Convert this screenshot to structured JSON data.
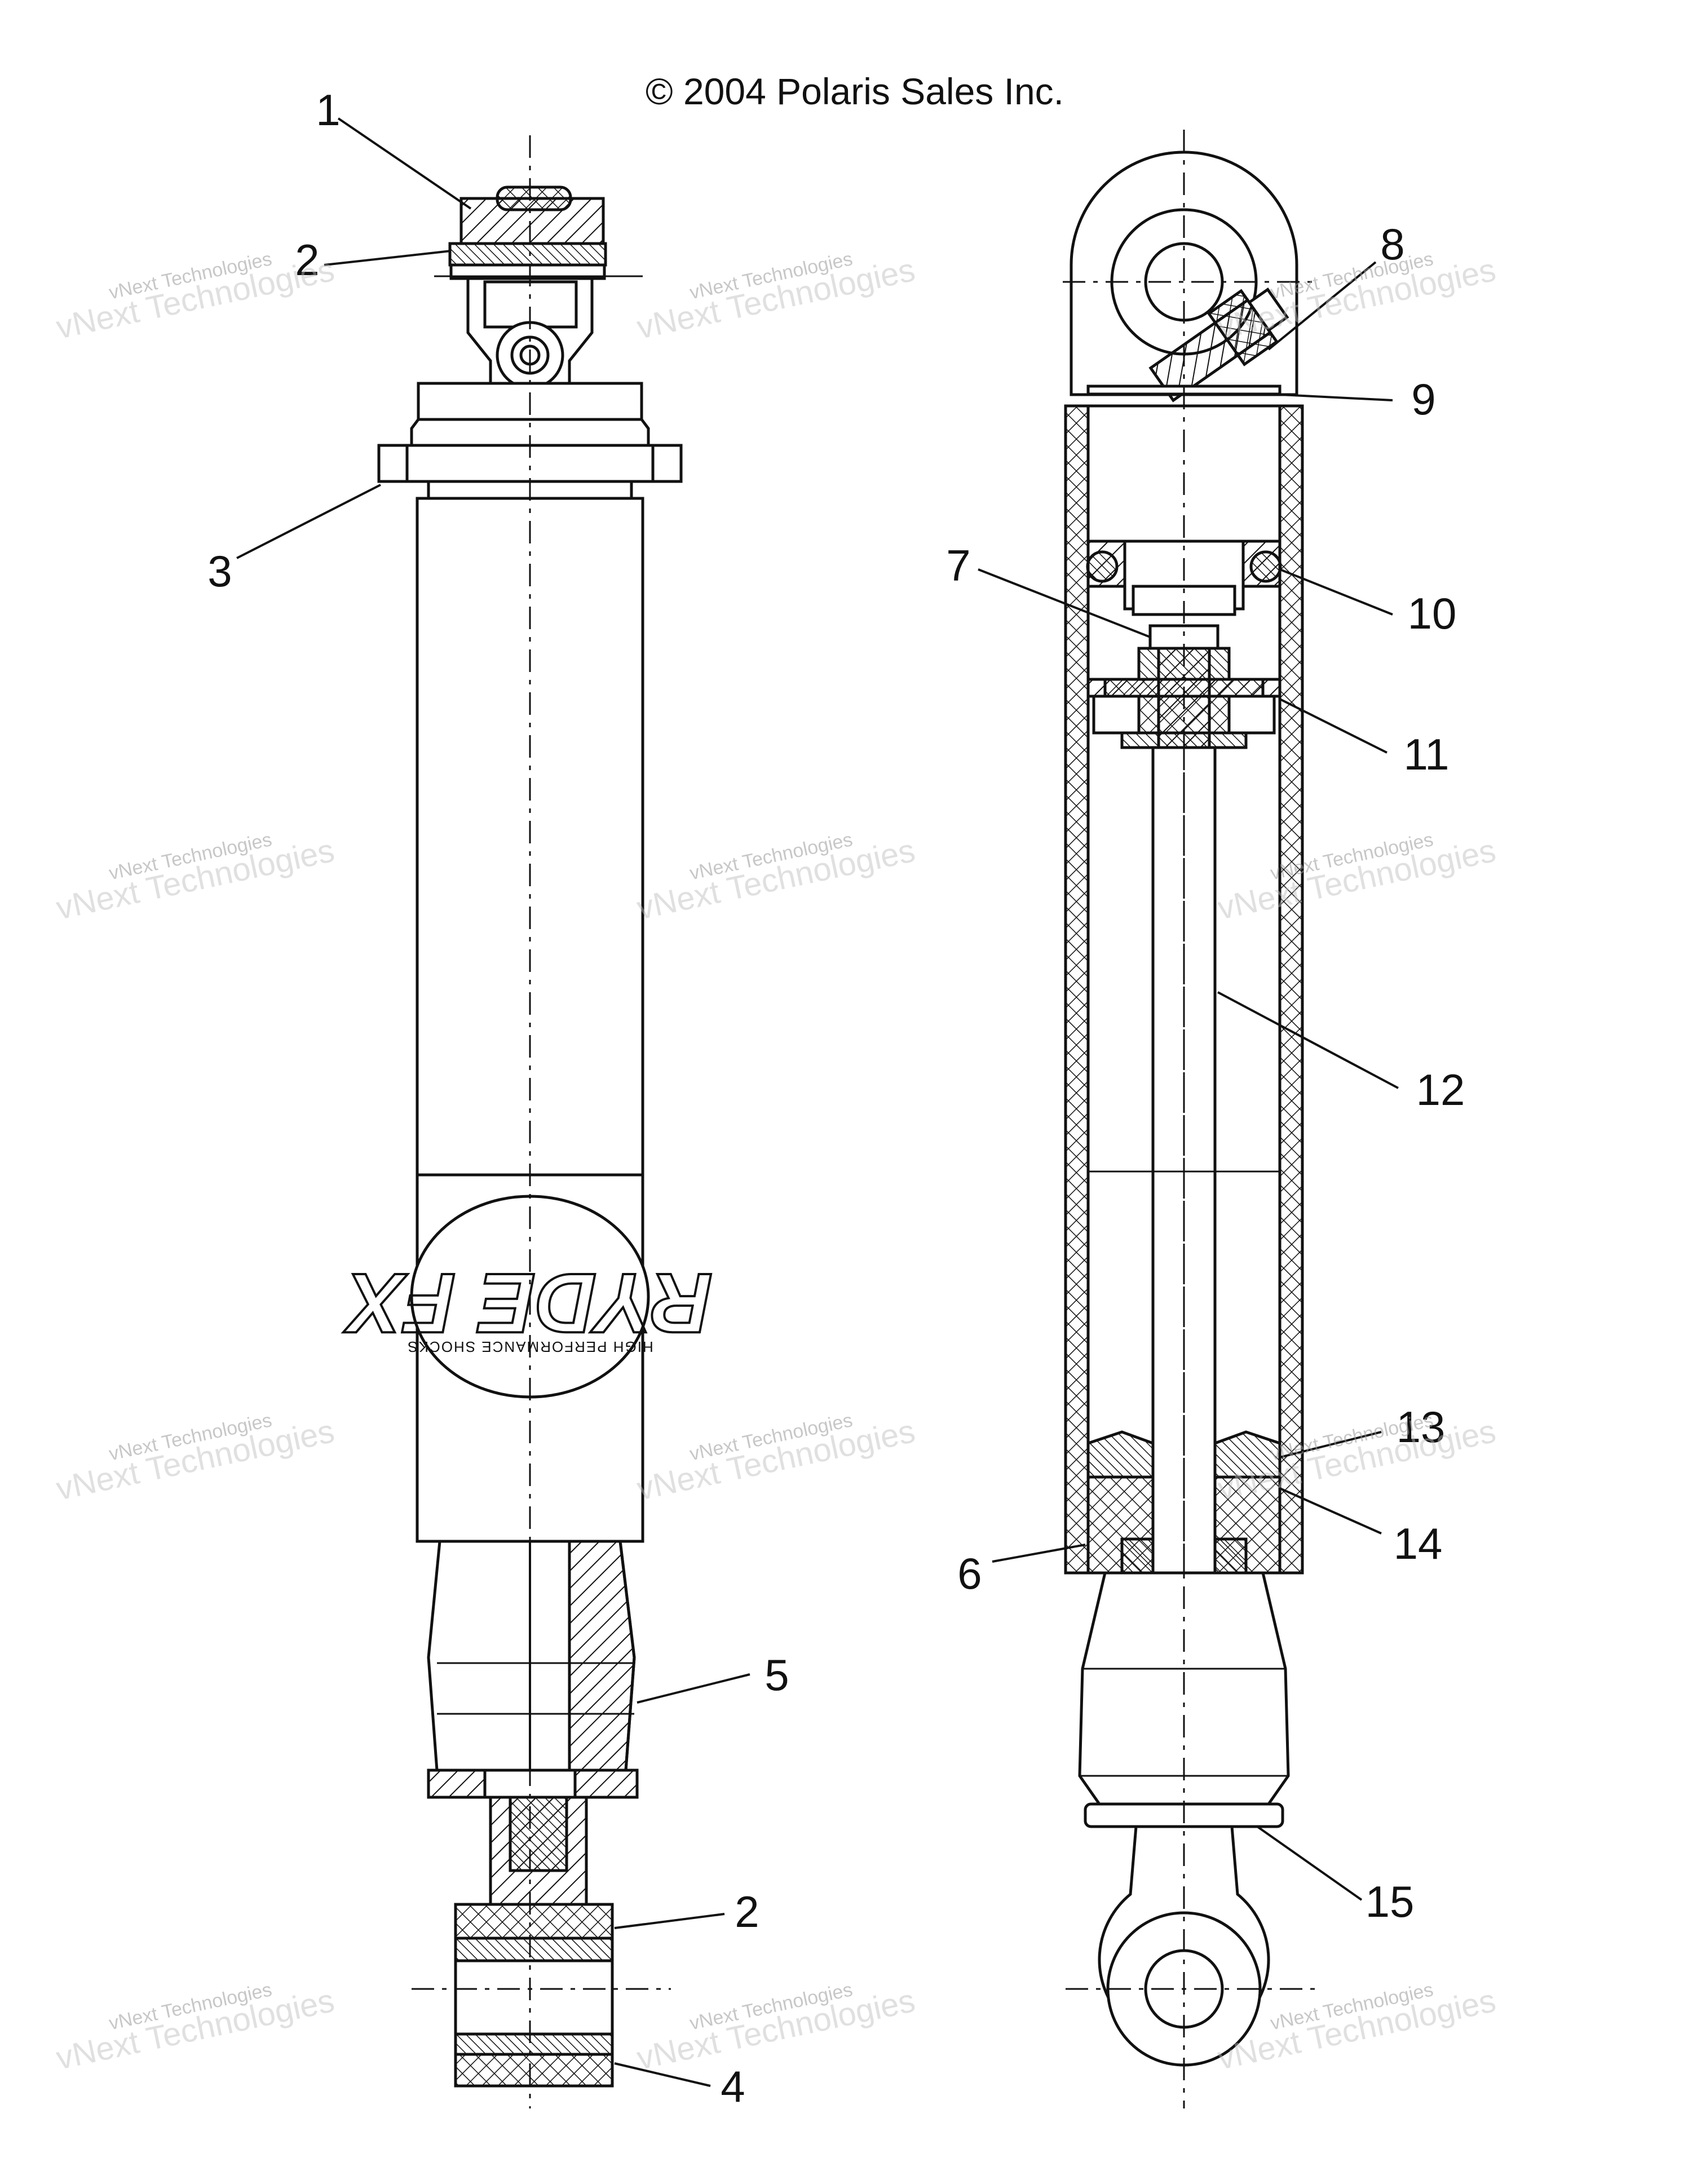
{
  "copyright": "© 2004 Polaris Sales Inc.",
  "watermark": {
    "line1": "vNext Technologies",
    "line2": "vNext Technologies"
  },
  "shock_logo": {
    "brand": "RYDE FX",
    "tagline": "HIGH PERFORMANCE SHOCKS"
  },
  "callouts": {
    "c1": "1",
    "c2a": "2",
    "c2b": "2",
    "c3": "3",
    "c4": "4",
    "c5": "5",
    "c6": "6",
    "c7": "7",
    "c8": "8",
    "c9": "9",
    "c10": "10",
    "c11": "11",
    "c12": "12",
    "c13": "13",
    "c14": "14",
    "c15": "15"
  },
  "colors": {
    "line": "#111111",
    "paper": "#ffffff",
    "watermark": "#aaaaaa"
  }
}
